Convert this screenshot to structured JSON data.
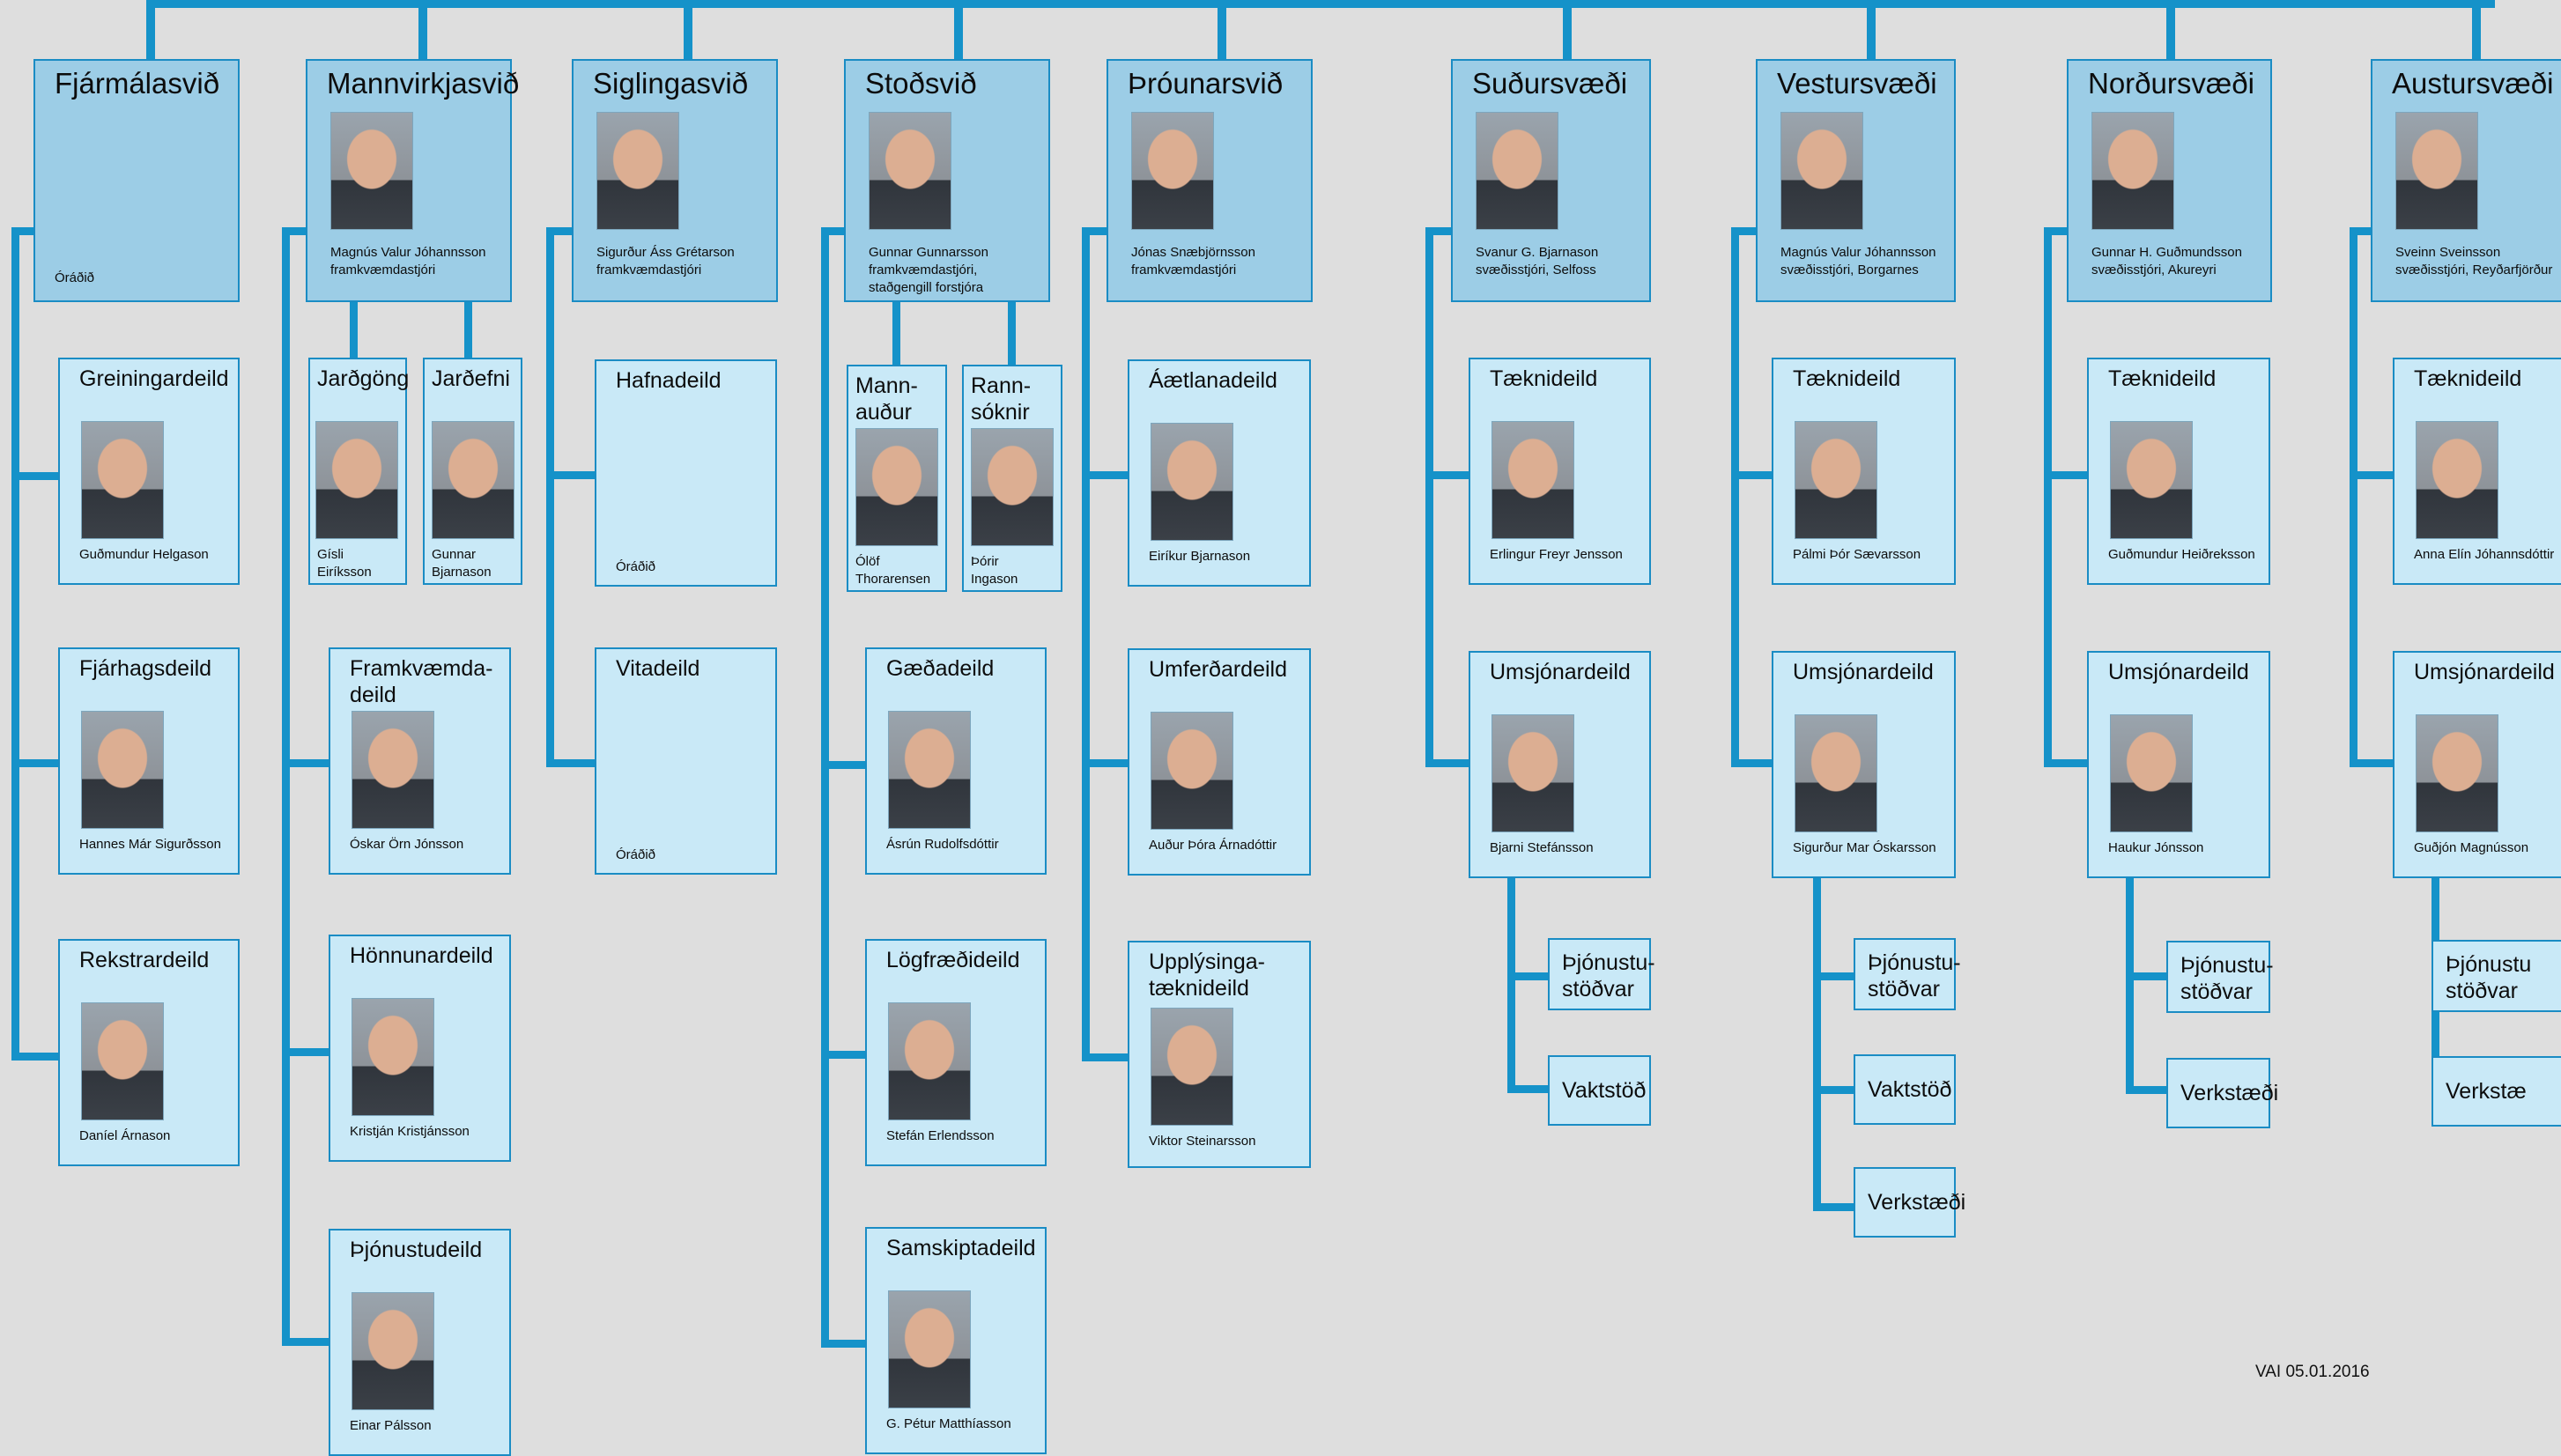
{
  "colors": {
    "background": "#dedede",
    "line": "#1592c9",
    "division_fill": "#9ccde6",
    "department_fill": "#c9e9f7",
    "border": "#1a8cc4"
  },
  "footer": "VAI  05.01.2016",
  "divisions": [
    {
      "id": "fjarmalasvid",
      "title": "Fjármálasvið",
      "caption": [
        "Óráðið"
      ],
      "photo": null
    },
    {
      "id": "mannvirkjasvid",
      "title": "Mannvirkjasvið",
      "caption": [
        "Magnús Valur Jóhannsson",
        "framkvæmdastjóri"
      ],
      "photo": "portrait"
    },
    {
      "id": "siglingasvid",
      "title": "Siglingasvið",
      "caption": [
        "Sigurður Áss Grétarson",
        "framkvæmdastjóri"
      ],
      "photo": "portrait"
    },
    {
      "id": "stodsvid",
      "title": "Stoðsvið",
      "caption": [
        "Gunnar Gunnarsson",
        "framkvæmdastjóri,",
        "staðgengill forstjóra"
      ],
      "photo": "portrait"
    },
    {
      "id": "throunarsvid",
      "title": "Þróunarsvið",
      "caption": [
        "Jónas Snæbjörnsson",
        "framkvæmdastjóri"
      ],
      "photo": "portrait"
    },
    {
      "id": "sudursvaedi",
      "title": "Suðursvæði",
      "caption": [
        "Svanur G. Bjarnason",
        "svæðisstjóri, Selfoss"
      ],
      "photo": "portrait"
    },
    {
      "id": "vestursvaedi",
      "title": "Vestursvæði",
      "caption": [
        "Magnús Valur Jóhannsson",
        "svæðisstjóri, Borgarnes"
      ],
      "photo": "portrait"
    },
    {
      "id": "nordursvaedi",
      "title": "Norðursvæði",
      "caption": [
        "Gunnar H. Guðmundsson",
        "svæðisstjóri, Akureyri"
      ],
      "photo": "portrait"
    },
    {
      "id": "austursvaedi",
      "title": "Austursvæði",
      "caption": [
        "Sveinn Sveinsson",
        "svæðisstjóri, Reyðarfjörður"
      ],
      "photo": "portrait"
    }
  ],
  "departments": [
    {
      "id": "greiningardeild",
      "title": [
        "Greiningardeild"
      ],
      "caption": [
        "Guðmundur Helgason"
      ],
      "photo": "portrait"
    },
    {
      "id": "fjarhagsdeild",
      "title": [
        "Fjárhagsdeild"
      ],
      "caption": [
        "Hannes Már Sigurðsson"
      ],
      "photo": "portrait"
    },
    {
      "id": "rekstrardeild",
      "title": [
        "Rekstrardeild"
      ],
      "caption": [
        "Daníel Árnason"
      ],
      "photo": "portrait"
    },
    {
      "id": "jardgong",
      "title": [
        "Jarðgöng"
      ],
      "caption": [
        "Gísli",
        "Eiríksson"
      ],
      "photo": "portrait"
    },
    {
      "id": "jardefni",
      "title": [
        "Jarðefni"
      ],
      "caption": [
        "Gunnar",
        "Bjarnason"
      ],
      "photo": "portrait"
    },
    {
      "id": "framkvaemdadeild",
      "title": [
        "Framkvæmda-",
        "deild"
      ],
      "caption": [
        "Óskar Örn Jónsson"
      ],
      "photo": "portrait"
    },
    {
      "id": "honnunardeild",
      "title": [
        "Hönnunardeild"
      ],
      "caption": [
        "Kristján Kristjánsson"
      ],
      "photo": "portrait"
    },
    {
      "id": "thjonustudeild",
      "title": [
        "Þjónustudeild"
      ],
      "caption": [
        "Einar Pálsson"
      ],
      "photo": "portrait"
    },
    {
      "id": "hafnadeild",
      "title": [
        "Hafnadeild"
      ],
      "caption": [
        "Óráðið"
      ],
      "photo": null
    },
    {
      "id": "vitadeild",
      "title": [
        "Vitadeild"
      ],
      "caption": [
        "Óráðið"
      ],
      "photo": null
    },
    {
      "id": "mannaudur",
      "title": [
        "Mann-",
        "auður"
      ],
      "caption": [
        "Ólöf",
        "Thorarensen"
      ],
      "photo": "portrait"
    },
    {
      "id": "rannsoknir",
      "title": [
        "Rann-",
        "sóknir"
      ],
      "caption": [
        "Þórir",
        "Ingason"
      ],
      "photo": "portrait"
    },
    {
      "id": "gaedadeild",
      "title": [
        "Gæðadeild"
      ],
      "caption": [
        "Ásrún Rudolfsdóttir"
      ],
      "photo": "portrait"
    },
    {
      "id": "logfraedideild",
      "title": [
        "Lögfræðideild"
      ],
      "caption": [
        "Stefán Erlendsson"
      ],
      "photo": "portrait"
    },
    {
      "id": "samskiptadeild",
      "title": [
        "Samskiptadeild"
      ],
      "caption": [
        "G. Pétur Matthíasson"
      ],
      "photo": "portrait"
    },
    {
      "id": "aaetlanadeild",
      "title": [
        "Áætlanadeild"
      ],
      "caption": [
        "Eiríkur Bjarnason"
      ],
      "photo": "portrait"
    },
    {
      "id": "umferdardeild",
      "title": [
        "Umferðardeild"
      ],
      "caption": [
        "Auður Þóra Árnadóttir"
      ],
      "photo": "portrait"
    },
    {
      "id": "upplysingataeknideild",
      "title": [
        "Upplýsinga-",
        "tæknideild"
      ],
      "caption": [
        "Viktor Steinarsson"
      ],
      "photo": "portrait"
    },
    {
      "id": "sudur-taeknideild",
      "title": [
        "Tæknideild"
      ],
      "caption": [
        "Erlingur Freyr Jensson"
      ],
      "photo": "portrait"
    },
    {
      "id": "sudur-umsjonardeild",
      "title": [
        "Umsjónardeild"
      ],
      "caption": [
        "Bjarni Stefánsson"
      ],
      "photo": "portrait"
    },
    {
      "id": "sudur-thjonustustodvar",
      "title": [
        "Þjónustu-",
        "stöðvar"
      ],
      "caption": [],
      "photo": null
    },
    {
      "id": "sudur-vaktstod",
      "title": [
        "Vaktstöð"
      ],
      "caption": [],
      "photo": null
    },
    {
      "id": "vestur-taeknideild",
      "title": [
        "Tæknideild"
      ],
      "caption": [
        "Pálmi Þór Sævarsson"
      ],
      "photo": "portrait"
    },
    {
      "id": "vestur-umsjonardeild",
      "title": [
        "Umsjónardeild"
      ],
      "caption": [
        "Sigurður Mar Óskarsson"
      ],
      "photo": "portrait"
    },
    {
      "id": "vestur-thjonustustodvar",
      "title": [
        "Þjónustu-",
        "stöðvar"
      ],
      "caption": [],
      "photo": null
    },
    {
      "id": "vestur-vaktstod",
      "title": [
        "Vaktstöð"
      ],
      "caption": [],
      "photo": null
    },
    {
      "id": "vestur-verkstaedi",
      "title": [
        "Verkstæði"
      ],
      "caption": [],
      "photo": null
    },
    {
      "id": "nordur-taeknideild",
      "title": [
        "Tæknideild"
      ],
      "caption": [
        "Guðmundur Heiðreksson"
      ],
      "photo": "portrait"
    },
    {
      "id": "nordur-umsjonardeild",
      "title": [
        "Umsjónardeild"
      ],
      "caption": [
        "Haukur Jónsson"
      ],
      "photo": "portrait"
    },
    {
      "id": "nordur-thjonustustodvar",
      "title": [
        "Þjónustu-",
        "stöðvar"
      ],
      "caption": [],
      "photo": null
    },
    {
      "id": "nordur-verkstaedi",
      "title": [
        "Verkstæði"
      ],
      "caption": [],
      "photo": null
    },
    {
      "id": "austur-taeknideild",
      "title": [
        "Tæknideild"
      ],
      "caption": [
        "Anna Elín Jóhannsdóttir"
      ],
      "photo": "portrait"
    },
    {
      "id": "austur-umsjonardeild",
      "title": [
        "Umsjónardeild"
      ],
      "caption": [
        "Guðjón Magnússon"
      ],
      "photo": "portrait"
    },
    {
      "id": "austur-thjonustustodvar",
      "title": [
        "Þjónustu",
        "stöðvar"
      ],
      "caption": [],
      "photo": null
    },
    {
      "id": "austur-verkstaedi",
      "title": [
        "Verkstæ"
      ],
      "caption": [],
      "photo": null
    }
  ]
}
